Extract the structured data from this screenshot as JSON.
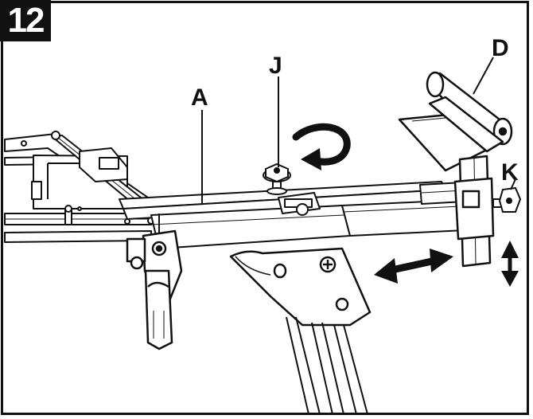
{
  "figure": {
    "step_number": "12",
    "callouts": {
      "a": "A",
      "d": "D",
      "j": "J",
      "k": "K"
    },
    "icons": [
      "rotate-arrow-icon",
      "double-arrow-horizontal-icon",
      "double-arrow-vertical-icon"
    ],
    "colors": {
      "ink": "#111111",
      "paper": "#ffffff",
      "shade": "#d9d9d9"
    }
  }
}
